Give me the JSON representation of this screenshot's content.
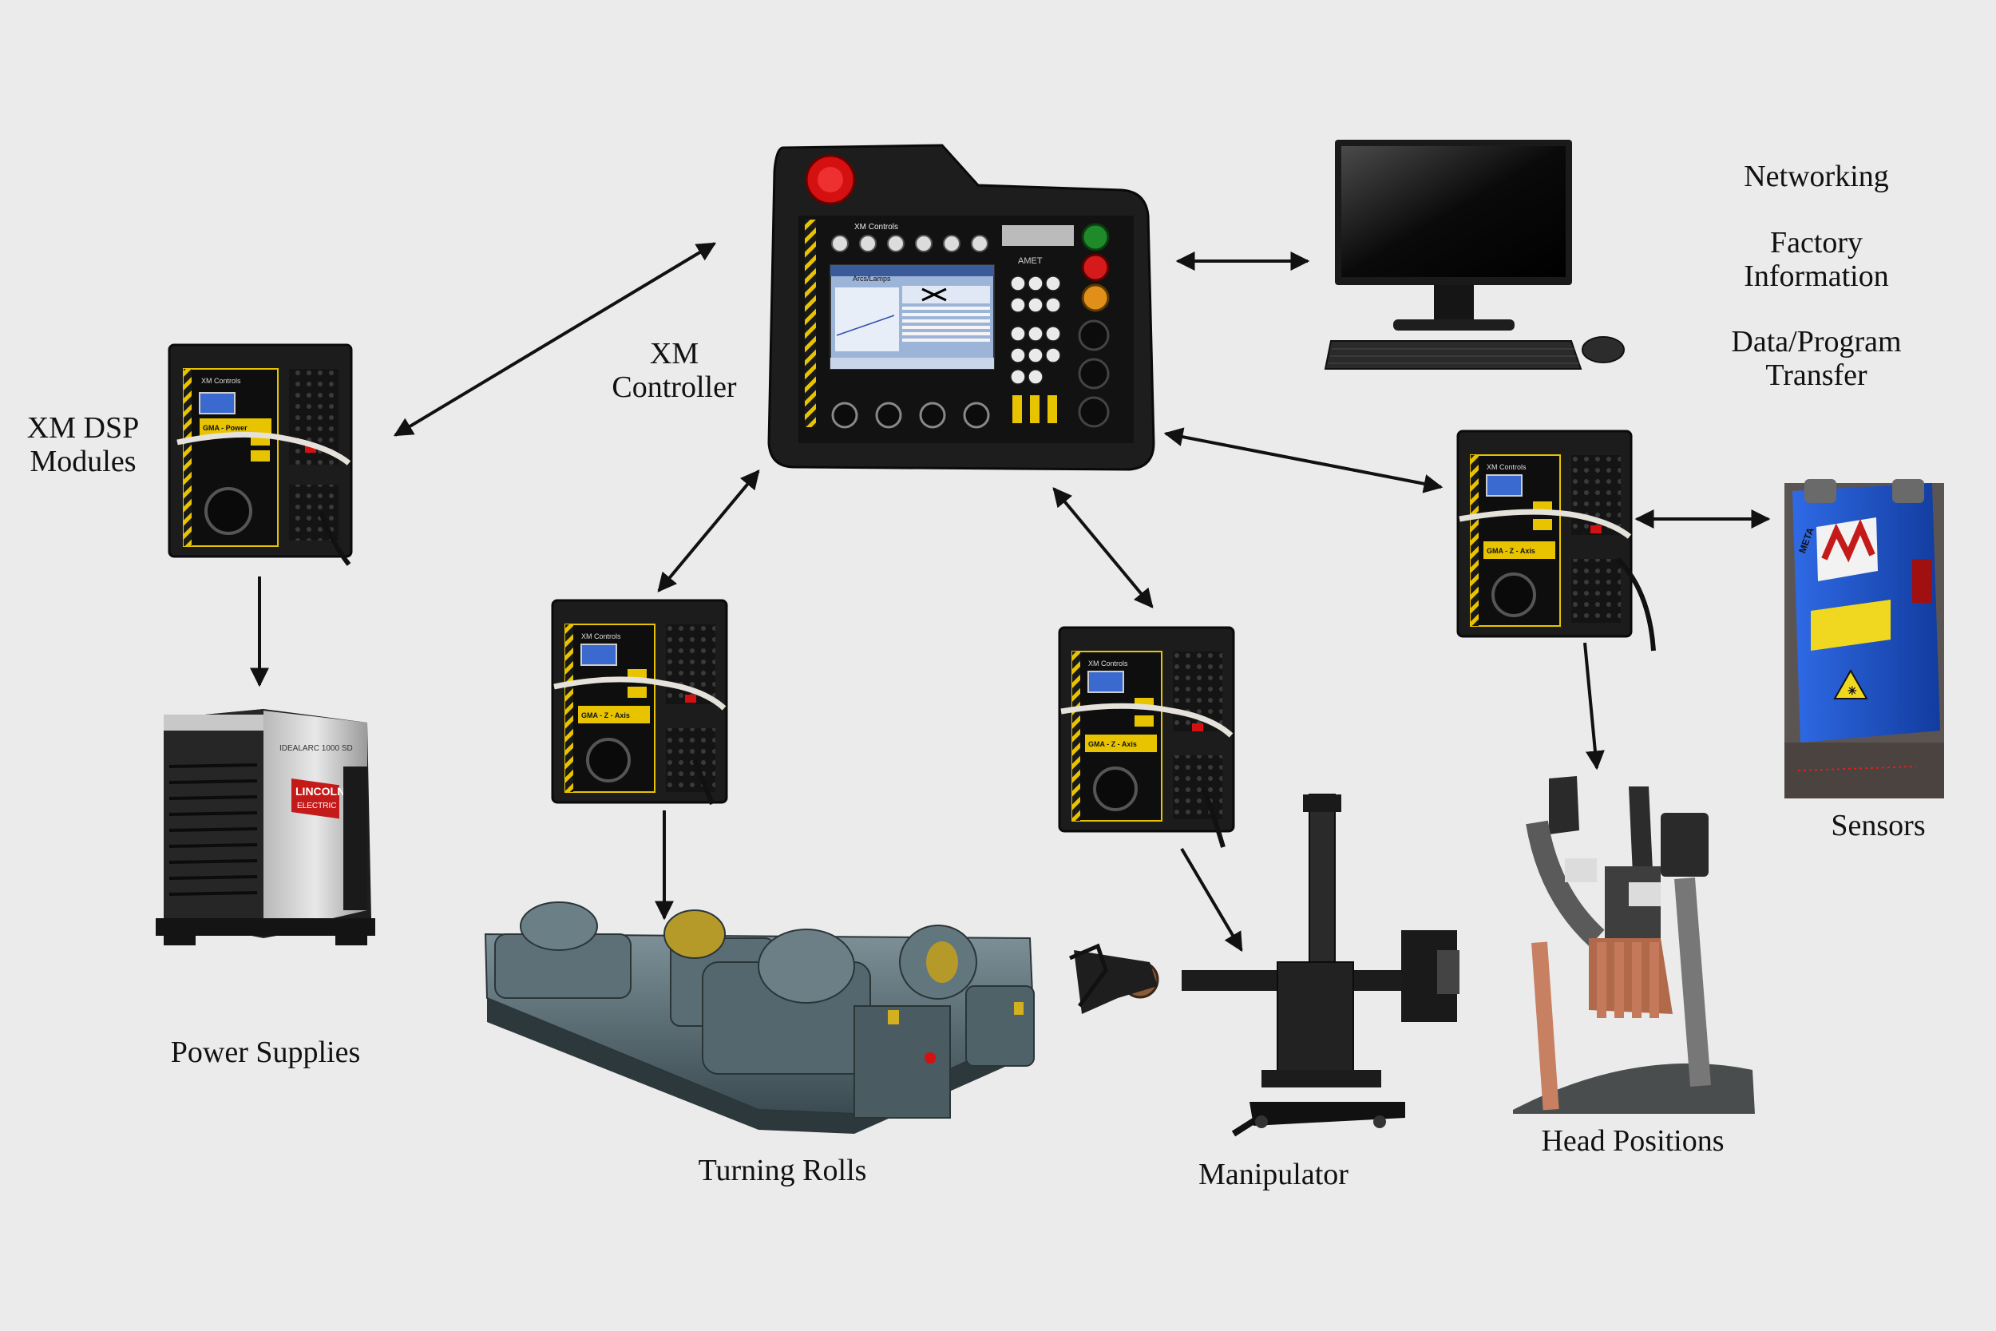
{
  "labels": {
    "xm_controller": [
      "XM",
      "Controller"
    ],
    "xm_dsp_modules": [
      "XM DSP",
      "Modules"
    ],
    "networking": "Networking",
    "factory_information": [
      "Factory",
      "Information"
    ],
    "data_program_transfer": [
      "Data/Program",
      "Transfer"
    ],
    "power_supplies": "Power Supplies",
    "turning_rolls": "Turning Rolls",
    "manipulator": "Manipulator",
    "head_positions": "Head Positions",
    "sensors": "Sensors"
  },
  "device_text": {
    "controller_brand": "XM Controls",
    "controller_mode": "AMET",
    "controller_screen_title": "Arcs/Lamps",
    "module_brand": "XM Controls",
    "module_power": "GMA - Power",
    "module_z_axis": "GMA - Z - Axis",
    "power_supply_brand": [
      "LINCOLN",
      "ELECTRIC"
    ],
    "power_supply_model": "IDEALARC 1000 SD",
    "sensor_brand": "META"
  },
  "colors": {
    "background": "#ebebeb",
    "device_black": "#1c1c1c",
    "module_yellow": "#e8c400",
    "estop_red": "#d41010",
    "sensor_blue": "#1a4fd0",
    "machine_slate": "#4c5f66"
  },
  "icons": [
    "estop-icon",
    "warning-icon",
    "laser-icon"
  ]
}
